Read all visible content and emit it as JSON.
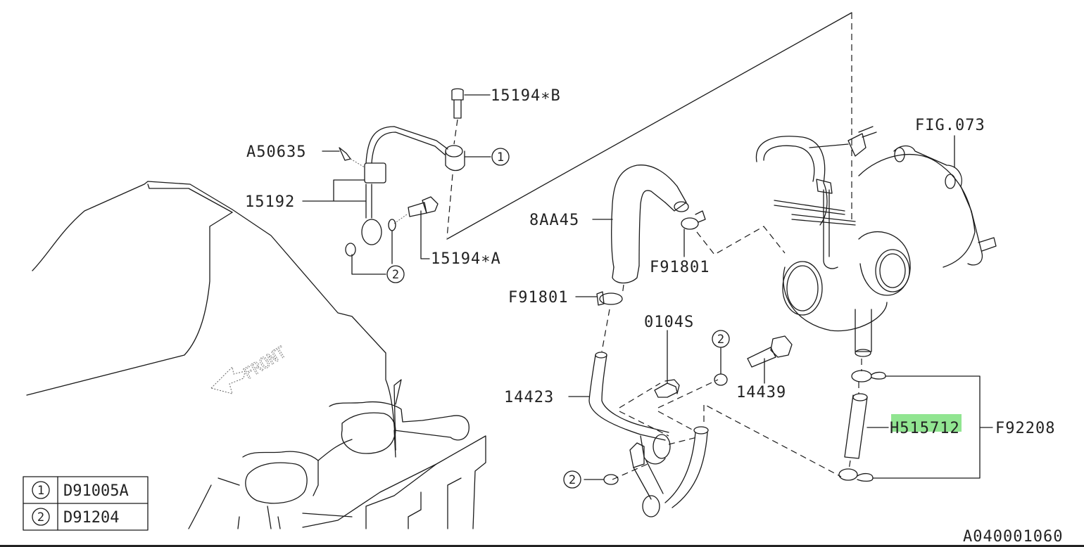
{
  "diagram": {
    "figure_code": "A040001060",
    "front_label": "FRONT",
    "highlight_color": "#7ee07e",
    "callouts": {
      "p15194B": "15194∗B",
      "pA50635": "A50635",
      "pCircle1": "1",
      "p15192": "15192",
      "p15194A": "15194∗A",
      "pCircle2a": "2",
      "p8AA45": "8AA45",
      "pF91801a": "F91801",
      "pF91801b": "F91801",
      "pFIG073": "FIG.073",
      "p0104S": "0104S",
      "pCircle2b": "2",
      "p14439": "14439",
      "p14423": "14423",
      "pCircle2c": "2",
      "pH515712": "H515712",
      "pF92208": "F92208"
    },
    "legend": [
      {
        "ref": "1",
        "part": "D91005A"
      },
      {
        "ref": "2",
        "part": "D91204"
      }
    ]
  }
}
